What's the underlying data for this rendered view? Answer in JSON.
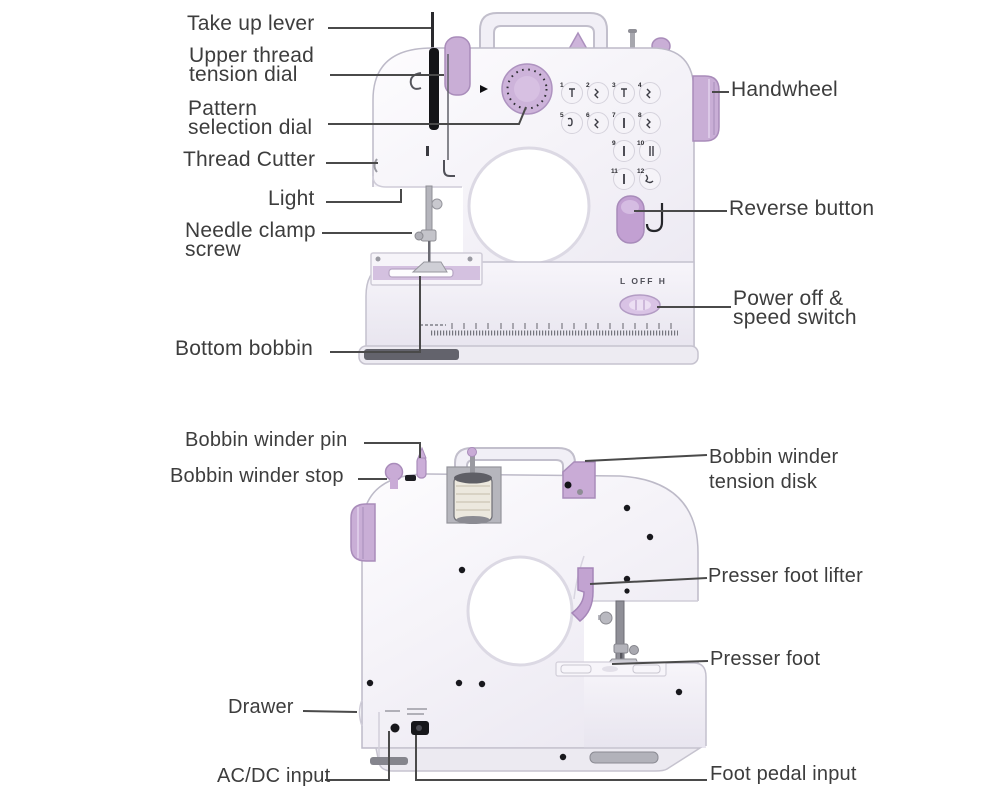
{
  "colors": {
    "background": "#ffffff",
    "accent_purple": "#c9aed6",
    "body_white": "#f2f0f7",
    "label_text": "#3d3d3d",
    "leader_line": "#4a4a4a",
    "slot_black": "#141417"
  },
  "front_view": {
    "labels": {
      "take_up_lever": "Take up lever",
      "upper_thread_tension_dial": {
        "line1": "Upper thread",
        "line2": "tension dial"
      },
      "pattern_selection_dial": {
        "line1": "Pattern",
        "line2": "selection dial"
      },
      "thread_cutter": "Thread Cutter",
      "light": "Light",
      "needle_clamp_screw": {
        "line1": "Needle clamp",
        "line2": "screw"
      },
      "bottom_bobbin": "Bottom bobbin",
      "handwheel": "Handwheel",
      "reverse_button": "Reverse button",
      "power_off_speed_switch": {
        "line1": "Power off &",
        "line2": "speed switch"
      }
    },
    "markings": {
      "speed_switch": "L OFF H"
    },
    "stitch_numbers": [
      "1",
      "2",
      "3",
      "4",
      "5",
      "6",
      "7",
      "8",
      "9",
      "10",
      "11",
      "12"
    ]
  },
  "back_view": {
    "labels": {
      "bobbin_winder_pin": "Bobbin winder pin",
      "bobbin_winder_stop": "Bobbin winder stop",
      "bobbin_winder_tension_disk": {
        "line1": "Bobbin winder",
        "line2": "tension disk"
      },
      "presser_foot_lifter": "Presser foot lifter",
      "presser_foot": "Presser foot",
      "drawer": "Drawer",
      "ac_dc_input": "AC/DC input",
      "foot_pedal_input": "Foot pedal input"
    }
  }
}
